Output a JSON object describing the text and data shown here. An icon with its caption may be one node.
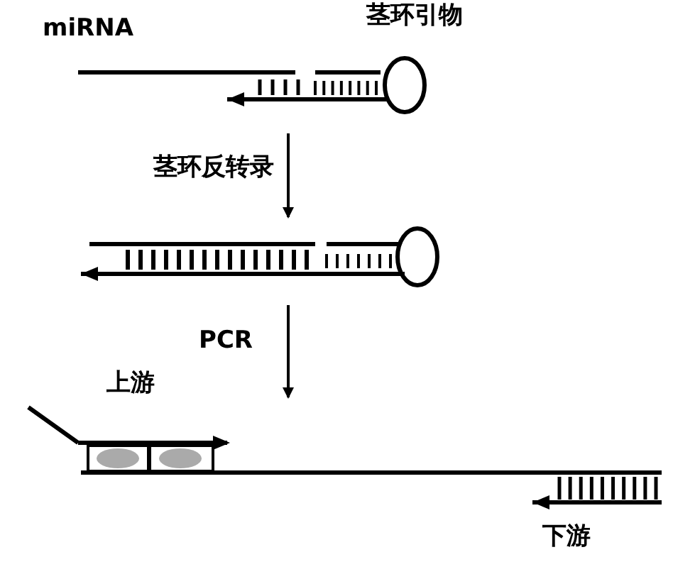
{
  "diagram": {
    "nodes": [
      {
        "text": [],
        "shape": "picture"
      },
      {
        "text": [],
        "shape": "picture"
      },
      {
        "text": [],
        "shape": "picture"
      }
    ],
    "edges": [
      {
        "from": 0,
        "to": 1,
        "arrow": "to",
        "label": "茎环反转录"
      },
      {
        "from": 1,
        "to": 2,
        "arrow": "to",
        "label": "PCR"
      }
    ],
    "labels": [
      "miRNA",
      "茎环引物",
      "上游",
      "下游"
    ]
  }
}
